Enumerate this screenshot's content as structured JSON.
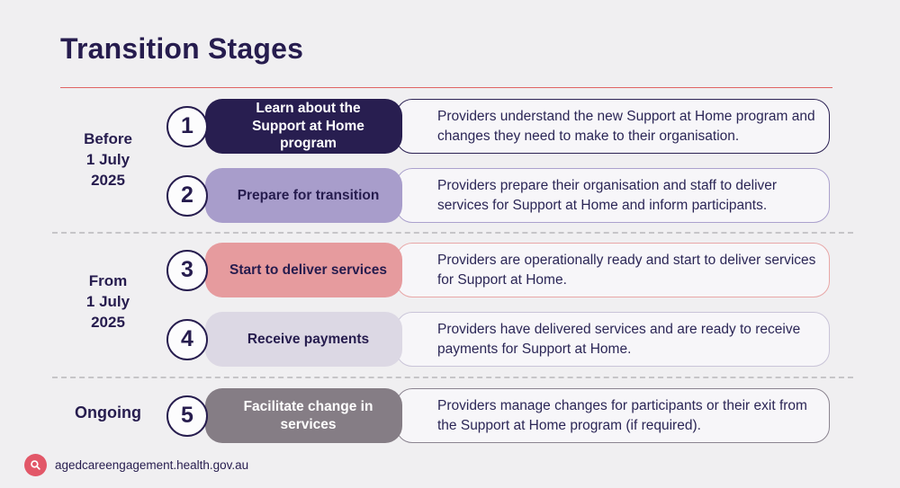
{
  "title": "Transition Stages",
  "groups": [
    {
      "lines": [
        "Before",
        "1 July",
        "2025"
      ]
    },
    {
      "lines": [
        "From",
        "1 July",
        "2025"
      ]
    },
    {
      "lines": [
        "Ongoing"
      ]
    }
  ],
  "stages": [
    {
      "number": "1",
      "label": "Learn about the Support at Home program",
      "description": "Providers understand the new Support at Home program and changes they need to make to their organisation.",
      "pill_color": "#281e50",
      "pill_text_color": "#ffffff",
      "box_border_color": "#2b2153"
    },
    {
      "number": "2",
      "label": "Prepare for transition",
      "description": "Providers prepare their organisation and staff to deliver services for Support at Home and inform participants.",
      "pill_color": "#a89dcb",
      "pill_text_color": "#261c4e",
      "box_border_color": "#aba1cd"
    },
    {
      "number": "3",
      "label": "Start to deliver services",
      "description": "Providers are operationally ready and start to deliver services for Support at Home.",
      "pill_color": "#e69b9e",
      "pill_text_color": "#261c4e",
      "box_border_color": "#e8a7a7"
    },
    {
      "number": "4",
      "label": "Receive payments",
      "description": "Providers have delivered services and are ready to receive payments for Support at Home.",
      "pill_color": "#dcd8e4",
      "pill_text_color": "#261c4e",
      "box_border_color": "#c9c4d8"
    },
    {
      "number": "5",
      "label": "Facilitate change in services",
      "description": "Providers manage changes for participants or their exit from the Support at Home program (if required).",
      "pill_color": "#857d85",
      "pill_text_color": "#ffffff",
      "box_border_color": "#8b8490"
    }
  ],
  "footer": {
    "url": "agedcareengagement.health.gov.au",
    "icon": "magnifier-icon",
    "badge_color": "#e25768"
  },
  "colors": {
    "background": "#f0eff1",
    "heading": "#261c4e",
    "rule_red": "#e06363",
    "dashed_separator": "#c6c5c8",
    "description_box_bg": "#f7f6f9"
  }
}
